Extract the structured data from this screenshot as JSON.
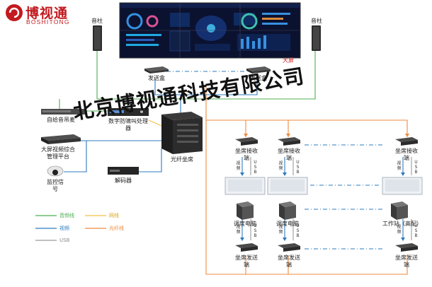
{
  "logo": {
    "cn": "博视通",
    "en": "BOSHITONG"
  },
  "watermark": "北京博视通科技有限公司",
  "screen": {
    "label": "大屏"
  },
  "speakers": {
    "left": "音柱",
    "right": "音柱"
  },
  "senders_top": {
    "left": "发送盒",
    "right": "发送盒"
  },
  "left_devices": {
    "mic": "自给音吊麦",
    "matrix": "数字防啸叫处理器",
    "bigscreen_ctrl": "大屏视频综合管理平台",
    "camera": "监控信号",
    "decoder": "解码器",
    "fiber": "光纤坐席"
  },
  "receivers": [
    {
      "label": "坐席接收端"
    },
    {
      "label": "坐席接收端"
    },
    {
      "label": "坐席接收端"
    }
  ],
  "video_usb": {
    "video": "视频",
    "usb": "USB"
  },
  "computers": [
    {
      "label": "调度电脑"
    },
    {
      "label": "调度电脑"
    },
    {
      "label": "工作站（高配）"
    }
  ],
  "senders_bottom": [
    {
      "label": "坐席发送端"
    },
    {
      "label": "坐席发送端"
    },
    {
      "label": "坐席发送端"
    }
  ],
  "legend": {
    "audio": "音频线",
    "network": "网线",
    "video": "视频",
    "fiber": "光纤线",
    "usb": "USB"
  },
  "colors": {
    "audio": "#4caf50",
    "network": "#f5c242",
    "video": "#2f7bbf",
    "fiber": "#ef8a3c",
    "usb": "#9a9a9a",
    "brand": "#c21a1f"
  }
}
